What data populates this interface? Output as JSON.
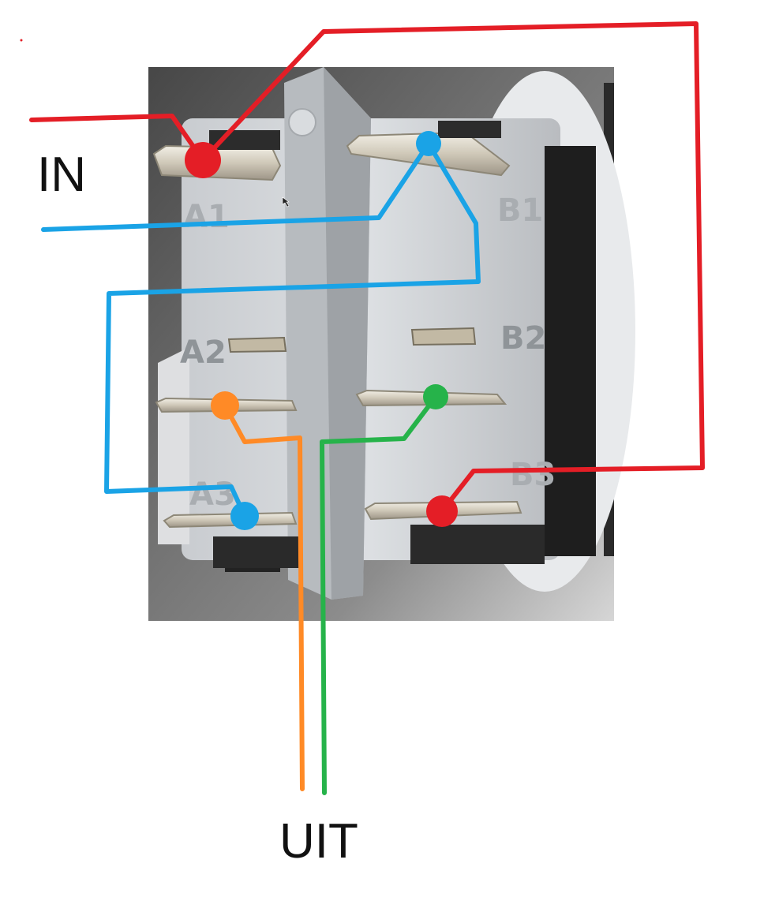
{
  "labels": {
    "input": "IN",
    "output": "UIT"
  },
  "terminal_markings": {
    "a1": "A1",
    "a2": "A2",
    "a3": "A3",
    "b1": "B1",
    "b2": "B2",
    "b3": "B3"
  },
  "wire_colors": {
    "red": "#e41e26",
    "blue": "#1aa3e6",
    "orange": "#ff8a26",
    "green": "#26b34a"
  }
}
